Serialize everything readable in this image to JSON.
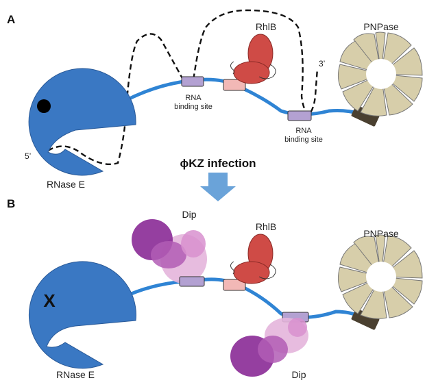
{
  "panels": [
    {
      "letter": "A",
      "rnase_label": "RNase E",
      "rhlb_label": "RhlB",
      "pnpase_label": "PNPase",
      "site_label_1": [
        "RNA",
        "binding site"
      ],
      "site_label_2": [
        "RNA",
        "binding site"
      ],
      "five_prime": "5’",
      "three_prime": "3’"
    },
    {
      "letter": "B",
      "rnase_label": "RNase E",
      "rnase_mark": "X",
      "rhlb_label": "RhlB",
      "pnpase_label": "PNPase",
      "dip_label_top": "Dip",
      "dip_label_bottom": "Dip"
    }
  ],
  "transition_label": "ϕKZ infection",
  "colors": {
    "rnase": "#3a78c3",
    "scaffold": "#2f84d4",
    "rhlb": "#cf4b46",
    "rhlb_box": "#f2b8b6",
    "site_box": "#b3a1d2",
    "pnpase": "#d7ceaa",
    "pnpase_anchor": "#4a4030",
    "dip_dark": "#8a2a96",
    "dip_light": "#e4b5dc",
    "arrow": "#6aa3d9"
  }
}
